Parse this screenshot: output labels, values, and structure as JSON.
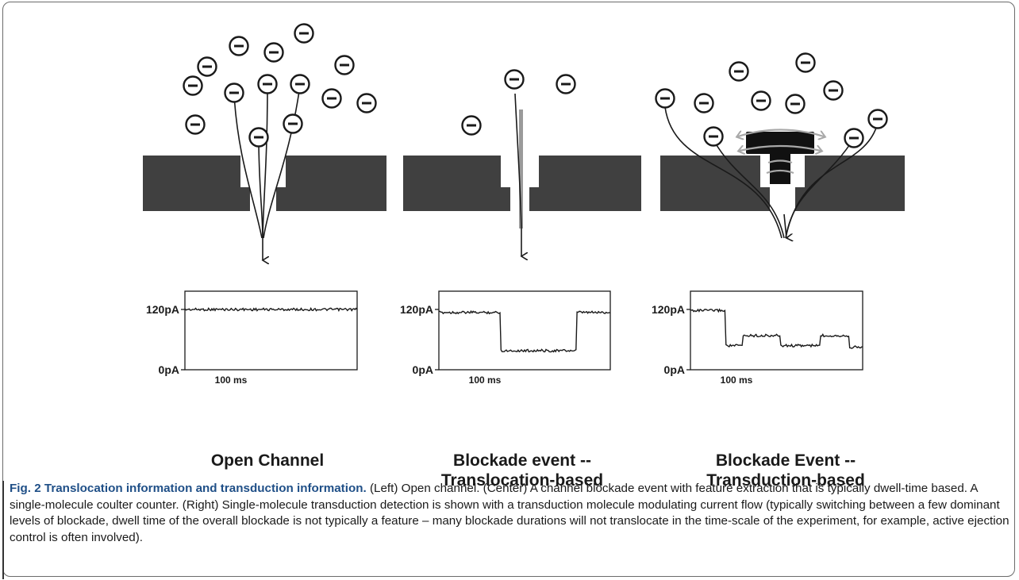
{
  "figure": {
    "panels": [
      {
        "id": "left",
        "title_lines": [
          "Open Channel"
        ],
        "trace": {
          "y_tick_top": "120pA",
          "y_tick_bottom": "0pA",
          "x_label": "100 ms",
          "y_range_pA": [
            0,
            120
          ],
          "current_levels_pA": [
            {
              "from": 0.0,
              "to": 1.0,
              "level": 120
            }
          ]
        }
      },
      {
        "id": "center",
        "title_lines": [
          "Blockade event --",
          "Translocation-based"
        ],
        "trace": {
          "y_tick_top": "120pA",
          "y_tick_bottom": "0pA",
          "x_label": "100 ms",
          "y_range_pA": [
            0,
            120
          ],
          "current_levels_pA": [
            {
              "from": 0.0,
              "to": 0.36,
              "level": 114
            },
            {
              "from": 0.36,
              "to": 0.8,
              "level": 38
            },
            {
              "from": 0.8,
              "to": 1.0,
              "level": 114
            }
          ]
        }
      },
      {
        "id": "right",
        "title_lines": [
          "Blockade Event --",
          "Transduction-based"
        ],
        "trace": {
          "y_tick_top": "120pA",
          "y_tick_bottom": "0pA",
          "x_label": "100 ms",
          "y_range_pA": [
            0,
            120
          ],
          "current_levels_pA": [
            {
              "from": 0.0,
              "to": 0.2,
              "level": 118
            },
            {
              "from": 0.2,
              "to": 0.3,
              "level": 48
            },
            {
              "from": 0.3,
              "to": 0.52,
              "level": 68
            },
            {
              "from": 0.52,
              "to": 0.75,
              "level": 48
            },
            {
              "from": 0.75,
              "to": 0.92,
              "level": 68
            },
            {
              "from": 0.92,
              "to": 1.0,
              "level": 45
            }
          ]
        }
      }
    ],
    "ion_symbol": "negative-ion-icon",
    "colors": {
      "membrane": "#404040",
      "ink": "#1a1a1a",
      "translocating_strand": "#9a9a9a",
      "modulation_arrows": "#a8a8a8",
      "caption_lead": "#1f4f87"
    }
  },
  "caption": {
    "lead": "Fig. 2 Translocation information and transduction information.",
    "body": " (Left) Open channel. (Center) A channel blockade event with feature extraction that is typically dwell-time based. A single-molecule coulter counter. (Right) Single-molecule transduction detection is shown with a transduction molecule modulating current flow (typically switching between a few dominant levels of blockade, dwell time of the overall blockade is not typically a feature – many blockade durations will not translocate in the time-scale of the experiment, for example, active ejection control is often involved)."
  }
}
